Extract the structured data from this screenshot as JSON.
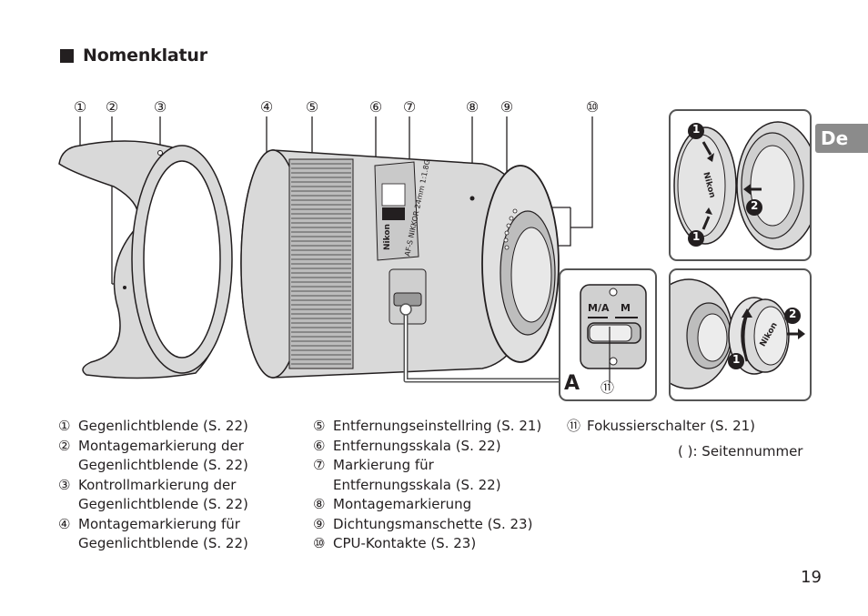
{
  "section": {
    "heading": "Nomenklatur",
    "language_tab": "De",
    "page_number": "19"
  },
  "callouts": [
    "①",
    "②",
    "③",
    "④",
    "⑤",
    "⑥",
    "⑦",
    "⑧",
    "⑨",
    "⑩"
  ],
  "inset_a": {
    "label": "A",
    "switch_left": "M/A",
    "switch_right": "M",
    "callout": "⑪"
  },
  "inset_cap": {
    "step1": "1",
    "step2": "2",
    "brand": "Nikon"
  },
  "inset_rear_cap": {
    "step1": "1",
    "step2": "2",
    "brand": "Nikon"
  },
  "lens": {
    "brand": "Nikon",
    "model": "AF-S NIKKOR 24mm 1:1.8G"
  },
  "parts_col1": [
    {
      "num": "①",
      "text": "Gegenlichtblende (S. 22)"
    },
    {
      "num": "②",
      "text": "Montagemarkierung der\nGegenlichtblende (S. 22)"
    },
    {
      "num": "③",
      "text": "Kontrollmarkierung der\nGegenlichtblende (S. 22)"
    },
    {
      "num": "④",
      "text": "Montagemarkierung für\nGegenlichtblende (S. 22)"
    }
  ],
  "parts_col2": [
    {
      "num": "⑤",
      "text": "Entfernungseinstellring (S. 21)"
    },
    {
      "num": "⑥",
      "text": "Entfernungsskala (S. 22)"
    },
    {
      "num": "⑦",
      "text": "Markierung für\nEntfernungsskala (S. 22)"
    },
    {
      "num": "⑧",
      "text": "Montagemarkierung"
    },
    {
      "num": "⑨",
      "text": "Dichtungsmanschette (S. 23)"
    },
    {
      "num": "⑩",
      "text": "CPU-Kontakte (S. 23)"
    }
  ],
  "parts_col3": [
    {
      "num": "⑪",
      "text": "Fokussierschalter (S. 21)"
    }
  ],
  "legend_note": "(  ): Seitennummer",
  "colors": {
    "text": "#231f20",
    "illustration_fill": "#d9d9d9",
    "tab_bg": "#8b8b8b"
  }
}
